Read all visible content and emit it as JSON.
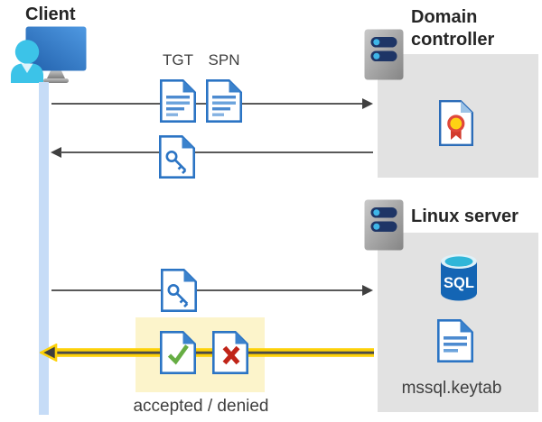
{
  "diagram": {
    "labels": {
      "client": "Client",
      "domain_controller": "Domain controller",
      "linux_server": "Linux server",
      "tgt": "TGT",
      "spn": "SPN",
      "sql": "SQL",
      "keytab_file": "mssql.keytab",
      "accepted_denied": "accepted / denied"
    },
    "icons": {
      "client": "client-computer-icon",
      "domain_server": "server-icon",
      "linux_server": "server-icon",
      "tgt_document": "document-icon",
      "spn_document": "document-icon",
      "key_ticket": "key-document-icon",
      "certificate": "certificate-icon",
      "sql_database": "sql-database-icon",
      "keytab_document": "document-icon",
      "accepted_document": "check-document-icon",
      "denied_document": "x-document-icon"
    },
    "colors": {
      "document_blue": "#2b74c4",
      "box_gray": "#e2e2e2",
      "lifeline_blue": "#c6dcf7",
      "arrow_gray": "#4f4f4f",
      "highlight_yellow": "#fdd108",
      "highlight_panel": "#fcf4cb",
      "accepted_green": "#66ad43",
      "denied_red": "#c02418",
      "server_pill_navy": "#1e3566",
      "sql_body_blue": "#1465b4"
    }
  }
}
